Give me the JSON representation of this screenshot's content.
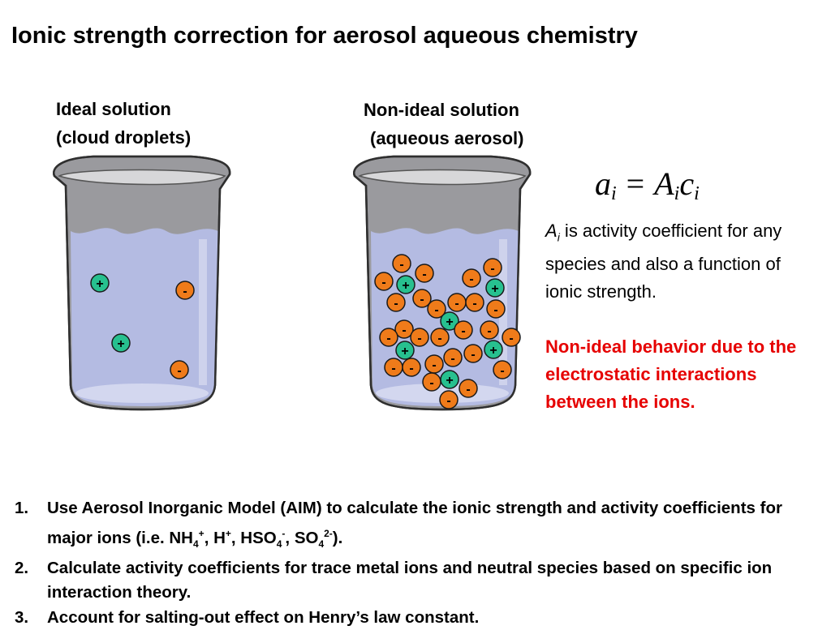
{
  "title": "Ionic strength correction for  aerosol aqueous chemistry",
  "ideal": {
    "line1": "Ideal solution",
    "line2": "(cloud droplets)"
  },
  "nonideal": {
    "line1": "Non-ideal solution",
    "line2": "(aqueous aerosol)"
  },
  "formula": {
    "a": "a",
    "i": "i",
    "eq": "=",
    "A": "A",
    "c": "c"
  },
  "desc": {
    "sym": "A",
    "sub": "i",
    "text": " is activity coefficient for any species and also a function of ionic strength."
  },
  "red_note": "Non-ideal behavior due to the electrostatic interactions between the ions.",
  "steps": {
    "n1": "1.",
    "s1_text": "Use Aerosol Inorganic Model (AIM) to calculate the ionic strength and activity coefficients for major ions (i.e. NH",
    "s1_sub4": "4",
    "s1_sup_plus": "+",
    "s1_h": ", H",
    "s1_hso": ", HSO",
    "s1_sup_minus": "-",
    "s1_so": ", SO",
    "s1_sup_2minus": "2-",
    "s1_end": ").",
    "n2": "2.",
    "s2": "Calculate activity coefficients for trace metal ions and neutral species based on specific ion interaction theory.",
    "n3": "3.",
    "s3": "Account for salting-out effect on Henry’s law constant."
  },
  "ion_signs": {
    "plus": "+",
    "minus": "-"
  },
  "colors": {
    "cation": "#27c08f",
    "anion": "#ef7b1a",
    "liquid": "#b4bbe2",
    "note": "#e60000"
  }
}
